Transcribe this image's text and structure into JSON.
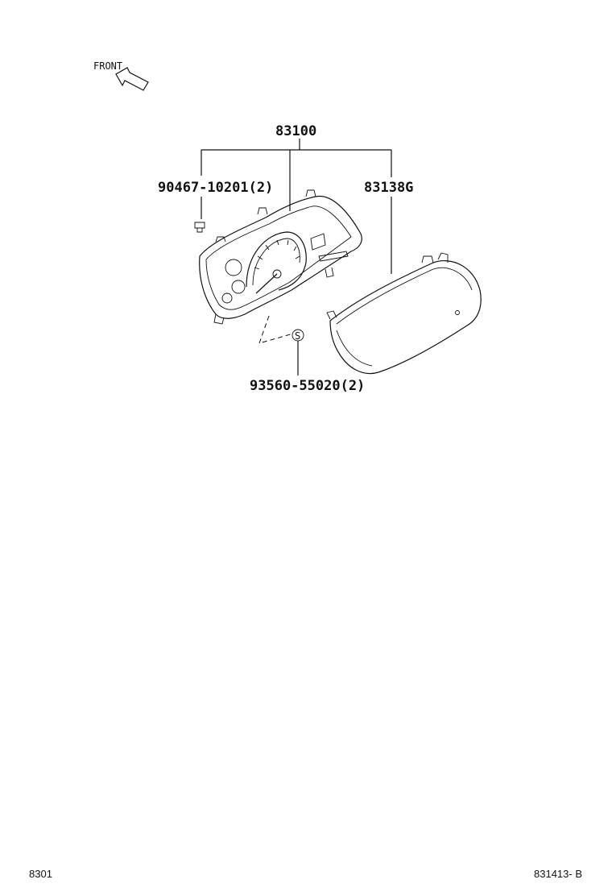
{
  "diagram": {
    "front_label": "FRONT",
    "parts": {
      "assembly": "83100",
      "screw": "90467-10201(2)",
      "lens": "83138G",
      "bulb": "93560-55020(2)"
    },
    "symbol_s": "S",
    "icons": {
      "front_arrow": "front-arrow-icon",
      "cluster": "instrument-cluster-drawing",
      "lens": "cluster-lens-drawing",
      "screw": "screw-icon"
    }
  },
  "footer": {
    "left_code": "8301",
    "right_code": "831413- B"
  }
}
